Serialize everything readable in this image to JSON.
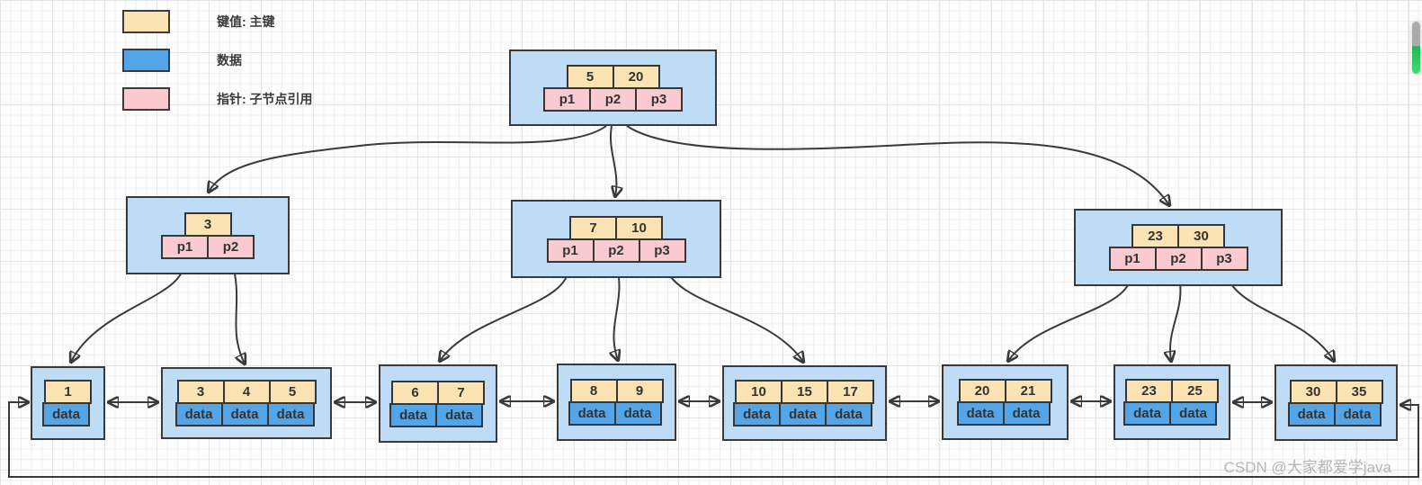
{
  "legend": {
    "items": [
      {
        "id": "key",
        "label": "键值: 主键",
        "color": "#fbe3b3"
      },
      {
        "id": "data",
        "label": "数据",
        "color": "#54a5e8"
      },
      {
        "id": "pointer",
        "label": "指针: 子节点引用",
        "color": "#f9cbd1"
      }
    ]
  },
  "tree": {
    "root": {
      "keys": [
        "5",
        "20"
      ],
      "pointers": [
        "p1",
        "p2",
        "p3"
      ]
    },
    "internal": [
      {
        "keys": [
          "3"
        ],
        "pointers": [
          "p1",
          "p2"
        ]
      },
      {
        "keys": [
          "7",
          "10"
        ],
        "pointers": [
          "p1",
          "p2",
          "p3"
        ]
      },
      {
        "keys": [
          "23",
          "30"
        ],
        "pointers": [
          "p1",
          "p2",
          "p3"
        ]
      }
    ],
    "leaves": [
      {
        "keys": [
          "1"
        ],
        "data": [
          "data"
        ]
      },
      {
        "keys": [
          "3",
          "4",
          "5"
        ],
        "data": [
          "data",
          "data",
          "data"
        ]
      },
      {
        "keys": [
          "6",
          "7"
        ],
        "data": [
          "data",
          "data"
        ]
      },
      {
        "keys": [
          "8",
          "9"
        ],
        "data": [
          "data",
          "data"
        ]
      },
      {
        "keys": [
          "10",
          "15",
          "17"
        ],
        "data": [
          "data",
          "data",
          "data"
        ]
      },
      {
        "keys": [
          "20",
          "21"
        ],
        "data": [
          "data",
          "data"
        ]
      },
      {
        "keys": [
          "23",
          "25"
        ],
        "data": [
          "data",
          "data"
        ]
      },
      {
        "keys": [
          "30",
          "35"
        ],
        "data": [
          "data",
          "data"
        ]
      }
    ]
  },
  "watermark": "CSDN @大家都爱学java",
  "colors": {
    "key_cell": "#fbe3b3",
    "data_cell": "#54a5e8",
    "pointer_cell": "#f9cbd1",
    "node_container": "#bedcf5",
    "border": "#3a3a3a",
    "arrow": "#3a3a3a",
    "scrollbar_gray": "#ababab",
    "scrollbar_green": "#3fdd6b",
    "watermark_text": "#b6b6b6"
  }
}
